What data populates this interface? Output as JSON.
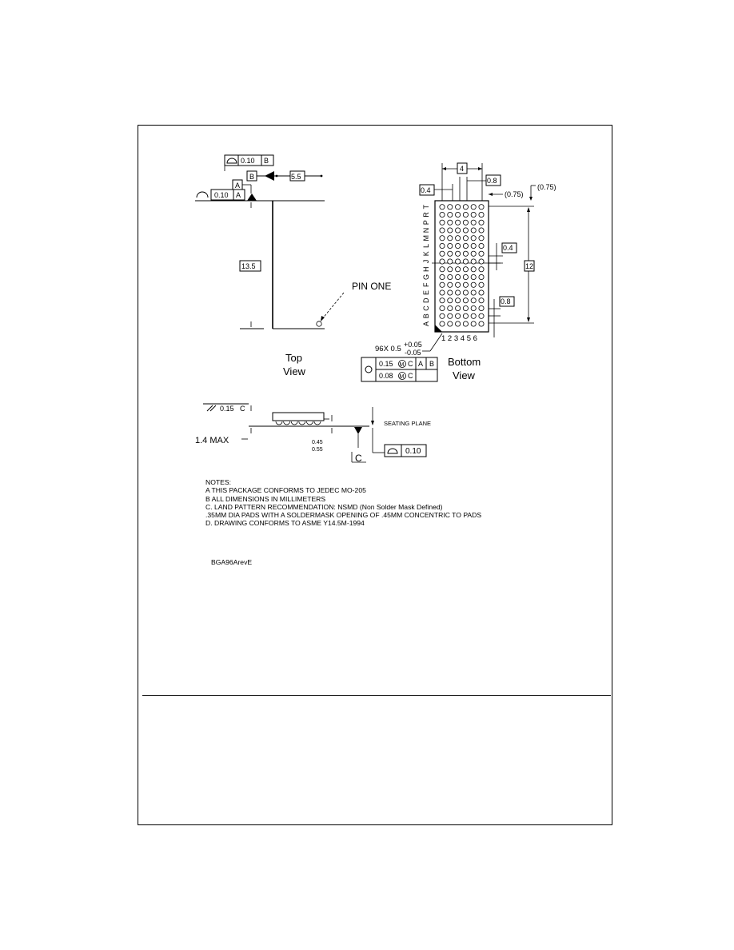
{
  "top_view": {
    "flatness_top": "0.10",
    "flatness_top_ref": "B",
    "datum_b": "B",
    "dim_b_width": "5.5",
    "datum_a": "A",
    "flatness_side": "0.10",
    "flatness_side_ref": "A",
    "dim_length": "13.5",
    "pin_one_label": "PIN ONE",
    "title_line1": "Top",
    "title_line2": "View"
  },
  "bottom_view": {
    "dim_width": "4",
    "dim_pitch_x": "0.8",
    "dim_edge_x": "0.4",
    "dim_ref_a": "(0.75)",
    "dim_ref_b": "(0.75)",
    "dim_row_span": "12",
    "dim_half_pitch": "0.4",
    "dim_pitch_y": "0.8",
    "row_letters": [
      "A",
      "B",
      "C",
      "D",
      "E",
      "F",
      "G",
      "H",
      "J",
      "K",
      "L",
      "M",
      "N",
      "P",
      "R",
      "T"
    ],
    "column_numbers": [
      "1",
      "2",
      "3",
      "4",
      "5",
      "6"
    ],
    "column_label_text": "1 2 3 4 5 6",
    "ball_callout": "96X  0.5",
    "ball_tol_plus": "+0.05",
    "ball_tol_minus": "-0.05",
    "fcf_pos1_tol": "0.15",
    "fcf_pos1_mod": "M",
    "fcf_pos1_ref1": "C",
    "fcf_pos1_ref2": "A",
    "fcf_pos1_ref3": "B",
    "fcf_pos2_tol": "0.08",
    "fcf_pos2_mod": "M",
    "fcf_pos2_ref": "C",
    "title_line1": "Bottom",
    "title_line2": "View"
  },
  "side_view": {
    "parallelism_tol": "0.15",
    "parallelism_ref": "C",
    "max_height": "1.4 MAX",
    "standoff_min": "0.45",
    "standoff_max": "0.55",
    "seating_plane": "SEATING PLANE",
    "datum_c": "C",
    "seating_flatness": "0.10"
  },
  "notes": {
    "heading": "NOTES:",
    "lines": [
      "A  THIS PACKAGE CONFORMS TO JEDEC MO-205",
      "B  ALL DIMENSIONS IN MILLIMETERS",
      "C. LAND PATTERN RECOMMENDATION: NSMD (Non Solder Mask Defined)",
      "     .35MM DIA PADS WITH A SOLDERMASK OPENING OF .45MM  CONCENTRIC TO PADS",
      "D. DRAWING CONFORMS TO ASME Y14.5M-1994"
    ]
  },
  "drawing_id": "BGA96ArevE"
}
